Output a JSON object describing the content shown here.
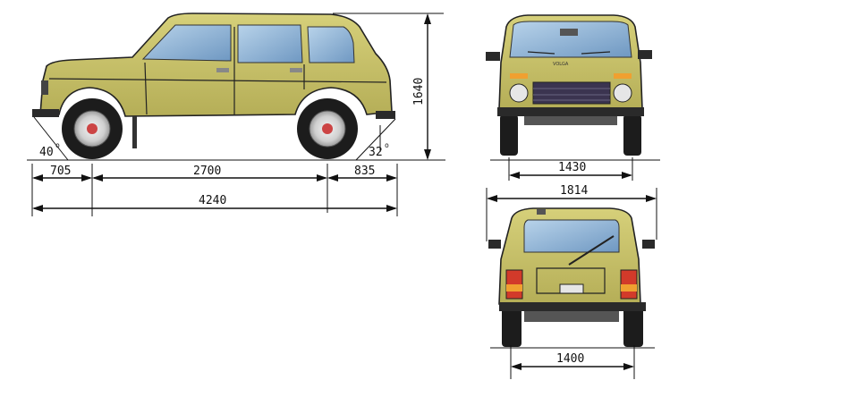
{
  "colors": {
    "body": "#c9c36a",
    "body_shade": "#a9a24c",
    "glass": "#8fb4d6",
    "tire": "#1c1c1c",
    "rim": "#d9d9d9",
    "bumper": "#2a2a2a",
    "grille": "#3b3450",
    "tail_red": "#d23a2a",
    "tail_orange": "#f0a030",
    "line": "#111111"
  },
  "side_view": {
    "dims": {
      "front_overhang": "705",
      "wheelbase": "2700",
      "rear_overhang": "835",
      "overall_length": "4240",
      "height": "1640",
      "approach_angle": "40",
      "departure_angle": "32",
      "degree_mark": "o"
    }
  },
  "front_view": {
    "dims": {
      "front_track": "1430",
      "overall_width": "1814"
    },
    "plate_text": "VOLGA"
  },
  "rear_view": {
    "dims": {
      "rear_track": "1400"
    }
  }
}
